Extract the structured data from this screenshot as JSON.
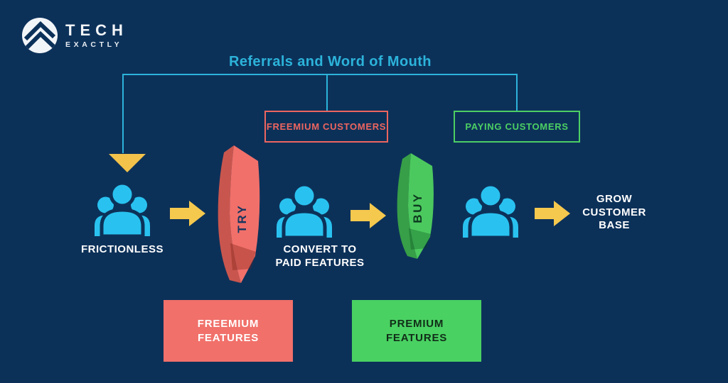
{
  "brand": {
    "name_top": "TECH",
    "name_bottom": "EXACTLY"
  },
  "title": "Referrals and Word of Mouth",
  "top_boxes": {
    "freemium_customers": "FREEMIUM CUSTOMERS",
    "paying_customers": "PAYING CUSTOMERS"
  },
  "gates": {
    "try": "TRY",
    "buy": "BUY"
  },
  "stage_labels": {
    "frictionless": "FRICTIONLESS",
    "convert_line1": "CONVERT TO",
    "convert_line2": "PAID FEATURES",
    "grow_line1": "GROW",
    "grow_line2": "CUSTOMER",
    "grow_line3": "BASE"
  },
  "bottom_boxes": {
    "freemium_line1": "FREEMIUM",
    "freemium_line2": "FEATURES",
    "premium_line1": "PREMIUM",
    "premium_line2": "FEATURES"
  },
  "icons": {
    "logo": "mountain-peaks-circle-icon",
    "people": "users-group-icon",
    "flow_arrow": "right-block-arrow-icon",
    "drop_arrow": "down-triangle-arrow-icon"
  },
  "colors": {
    "background": "#0c3159",
    "connector_cyan": "#2cb3da",
    "icon_cyan": "#29c2f0",
    "arrow_yellow": "#f5c84e",
    "triangle_yellow": "#f2c24a",
    "red_salmon": "#f1706a",
    "red_dark": "#c9564e",
    "red_outline": "#ed655f",
    "green": "#4cc95e",
    "green_dark": "#379f47",
    "green_fill": "#49d162",
    "white": "#ffffff"
  }
}
